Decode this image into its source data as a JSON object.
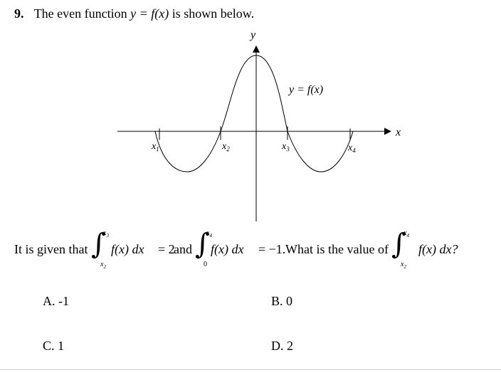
{
  "question": {
    "number": "9.",
    "intro": "The even function",
    "func_expr": "y = f(x)",
    "suffix": "is shown below."
  },
  "graph": {
    "y_axis_label": "y",
    "x_axis_label": "x",
    "curve_label": "y = f(x)",
    "root_labels": [
      "x1",
      "x2",
      "x3",
      "x4"
    ]
  },
  "given": {
    "prefix": "It is given that",
    "integral1": {
      "lower": "x2",
      "upper": "x3",
      "integrand": "f(x) dx",
      "rhs": "= 2"
    },
    "connector": "and",
    "integral2": {
      "lower": "0",
      "upper": "x4",
      "integrand": "f(x) dx",
      "rhs": "= −1."
    },
    "ask": "What is the value of",
    "integral3": {
      "lower": "x2",
      "upper": "x4",
      "integrand": "f(x) dx?"
    }
  },
  "choices": [
    {
      "letter": "A.",
      "value": "-1"
    },
    {
      "letter": "B.",
      "value": "0"
    },
    {
      "letter": "C.",
      "value": "1"
    },
    {
      "letter": "D.",
      "value": "2"
    }
  ]
}
